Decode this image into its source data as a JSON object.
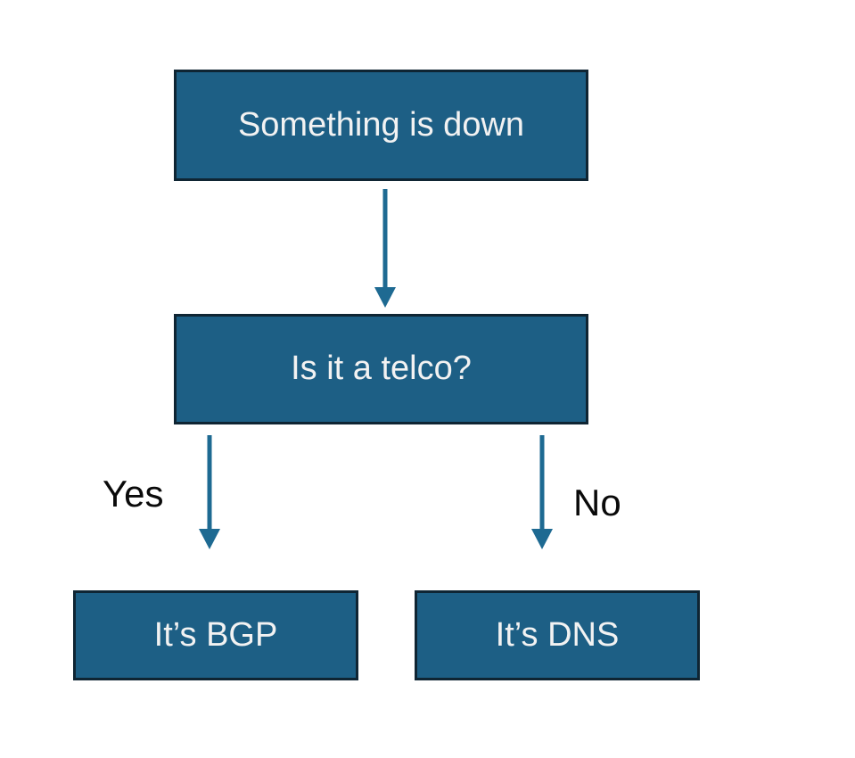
{
  "diagram": {
    "type": "flowchart",
    "background": "#ffffff",
    "palette": {
      "node_fill": "#1d5f85",
      "node_border": "#0f2533",
      "node_text": "#f2f2f2",
      "arrow": "#1e6a92",
      "edge_label_text": "#0a0a0a"
    },
    "nodes": [
      {
        "id": "something-down",
        "label": "Something is down"
      },
      {
        "id": "telco",
        "label": "Is it a telco?"
      },
      {
        "id": "bgp",
        "label": "It’s BGP"
      },
      {
        "id": "dns",
        "label": "It’s DNS"
      }
    ],
    "edges": [
      {
        "from": "something-down",
        "to": "telco",
        "label": ""
      },
      {
        "from": "telco",
        "to": "bgp",
        "label": "Yes"
      },
      {
        "from": "telco",
        "to": "dns",
        "label": "No"
      }
    ]
  }
}
